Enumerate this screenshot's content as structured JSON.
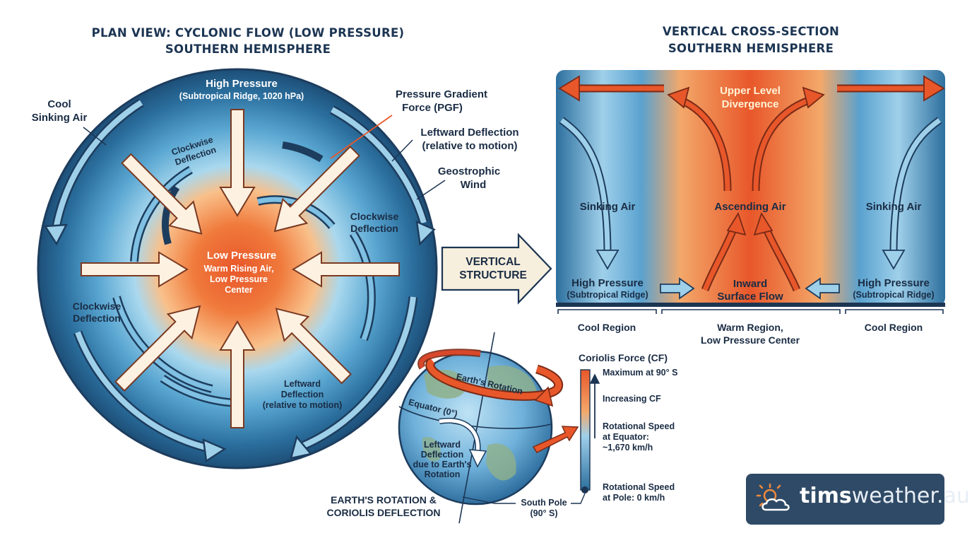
{
  "plan": {
    "title_1": "PLAN VIEW: CYCLONIC FLOW (LOW PRESSURE)",
    "title_2": "SOUTHERN HEMISPHERE",
    "high_pressure": "High Pressure",
    "high_pressure_sub": "(Subtropical Ridge, 1020 hPa)",
    "low_pressure": "Low Pressure",
    "low_sub_1": "Warm Rising Air,",
    "low_sub_2": "Low Pressure",
    "low_sub_3": "Center",
    "cool_1": "Cool",
    "cool_2": "Sinking Air",
    "pgf_1": "Pressure Gradient",
    "pgf_2": "Force (PGF)",
    "left_defl_1": "Leftward Deflection",
    "left_defl_2": "(relative to motion)",
    "geo_1": "Geostrophic",
    "geo_2": "Wind",
    "cw_a_1": "Clockwise",
    "cw_a_2": "Deflection",
    "cw_b_1": "Clockwise",
    "cw_b_2": "Deflection",
    "cw_c_1": "Clockwise",
    "cw_c_2": "Deflection",
    "ld_in_1": "Leftward",
    "ld_in_2": "Deflection",
    "ld_in_3": "(relative to motion)"
  },
  "link": {
    "line_1": "VERTICAL",
    "line_2": "STRUCTURE"
  },
  "section": {
    "title_1": "VERTICAL CROSS-SECTION",
    "title_2": "SOUTHERN HEMISPHERE",
    "upper_1": "Upper Level",
    "upper_2": "Divergence",
    "sinking_left": "Sinking Air",
    "ascending": "Ascending Air",
    "sinking_right": "Sinking Air",
    "high_left": "High Pressure",
    "high_left_sub": "(Subtropical Ridge)",
    "inward_1": "Inward",
    "inward_2": "Surface Flow",
    "high_right": "High Pressure",
    "high_right_sub": "(Subtropical Ridge)",
    "cool_left": "Cool Region",
    "warm_1": "Warm Region,",
    "warm_2": "Low Pressure Center",
    "cool_right": "Cool Region"
  },
  "globe": {
    "rotation": "Earth's Rotation",
    "equator": "Equator (0°)",
    "defl_1": "Leftward",
    "defl_2": "Deflection",
    "defl_3": "due to Earth's",
    "defl_4": "Rotation",
    "caption_1": "EARTH'S ROTATION &",
    "caption_2": "CORIOLIS DEFLECTION",
    "pole_1": "South Pole",
    "pole_2": "(90° S)"
  },
  "coriolis": {
    "title": "Coriolis Force (CF)",
    "max": "Maximum at 90° S",
    "increasing": "Increasing CF",
    "eq_1": "Rotational Speed",
    "eq_2": "at Equator:",
    "eq_3": "~1,670 km/h",
    "pole_1": "Rotational Speed",
    "pole_2": "at Pole: 0 km/h"
  },
  "brand": {
    "bold": "tims",
    "light": "weather.au",
    "icon": "sun-cloud-icon"
  },
  "colors": {
    "navy": "#1c3553",
    "blue": "#2d6f9e",
    "light_blue": "#9fd0ea",
    "orange": "#e8572a",
    "cream": "#fdf1e1"
  }
}
